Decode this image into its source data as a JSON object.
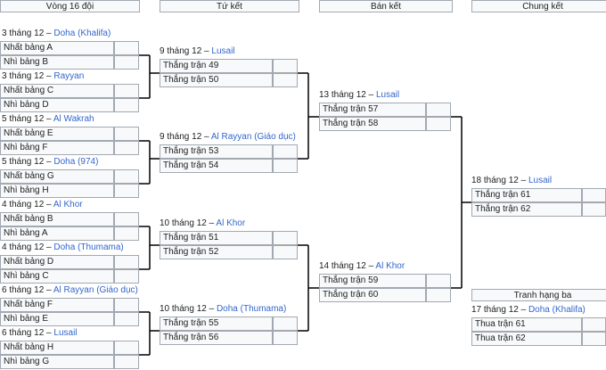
{
  "headers": {
    "r16": "Vòng 16 đội",
    "qf": "Tứ kết",
    "sf": "Bán kết",
    "final": "Chung kết",
    "third": "Tranh hạng ba"
  },
  "r16": [
    {
      "date": "3 tháng 12 – ",
      "venue": "Doha (Khalifa)",
      "teams": [
        "Nhất bảng A",
        "Nhì bảng B"
      ]
    },
    {
      "date": "3 tháng 12 – ",
      "venue": "Rayyan",
      "teams": [
        "Nhất bảng C",
        "Nhì bảng D"
      ]
    },
    {
      "date": "5 tháng 12 – ",
      "venue": "Al Wakrah",
      "teams": [
        "Nhất bảng E",
        "Nhì bảng F"
      ]
    },
    {
      "date": "5 tháng 12 – ",
      "venue": "Doha (974)",
      "teams": [
        "Nhất bảng G",
        "Nhì bảng H"
      ]
    },
    {
      "date": "4 tháng 12 – ",
      "venue": "Al Khor",
      "teams": [
        "Nhất bảng B",
        "Nhì bảng A"
      ]
    },
    {
      "date": "4 tháng 12 – ",
      "venue": "Doha (Thumama)",
      "teams": [
        "Nhất bảng D",
        "Nhì bảng C"
      ]
    },
    {
      "date": "6 tháng 12 – ",
      "venue": "Al Rayyan (Giáo dục)",
      "teams": [
        "Nhất bảng F",
        "Nhì bảng E"
      ]
    },
    {
      "date": "6 tháng 12 – ",
      "venue": "Lusail",
      "teams": [
        "Nhất bảng H",
        "Nhì bảng G"
      ]
    }
  ],
  "qf": [
    {
      "date": "9 tháng 12 – ",
      "venue": "Lusail",
      "teams": [
        "Thắng trận 49",
        "Thắng trận 50"
      ]
    },
    {
      "date": "9 tháng 12 – ",
      "venue": "Al Rayyan (Giáo dục)",
      "teams": [
        "Thắng trận 53",
        "Thắng trận 54"
      ]
    },
    {
      "date": "10 tháng 12 – ",
      "venue": "Al Khor",
      "teams": [
        "Thắng trận 51",
        "Thắng trận 52"
      ]
    },
    {
      "date": "10 tháng 12 – ",
      "venue": "Doha (Thumama)",
      "teams": [
        "Thắng trận 55",
        "Thắng trận 56"
      ]
    }
  ],
  "sf": [
    {
      "date": "13 tháng 12 – ",
      "venue": "Lusail",
      "teams": [
        "Thắng trận 57",
        "Thắng trận 58"
      ]
    },
    {
      "date": "14 tháng 12 – ",
      "venue": "Al Khor",
      "teams": [
        "Thắng trận 59",
        "Thắng trận 60"
      ]
    }
  ],
  "final": {
    "date": "18 tháng 12 – ",
    "venue": "Lusail",
    "teams": [
      "Thắng trận 61",
      "Thắng trận 62"
    ]
  },
  "third": {
    "date": "17 tháng 12 – ",
    "venue": "Doha (Khalifa)",
    "teams": [
      "Thua trận 61",
      "Thua trận 62"
    ]
  }
}
